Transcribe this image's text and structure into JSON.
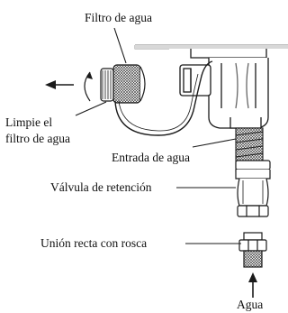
{
  "labels": {
    "water_filter": "Filtro de agua",
    "clean_filter_line1": "Limpie el",
    "clean_filter_line2": "filtro de agua",
    "water_inlet": "Entrada de agua",
    "check_valve": "Válvula de retención",
    "straight_union": "Unión recta con rosca",
    "water": "Agua"
  },
  "colors": {
    "line": "#1a1a1a",
    "fill_light": "#ffffff",
    "shade": "#8a8a8a",
    "panel_edge": "#9a9a9a"
  }
}
